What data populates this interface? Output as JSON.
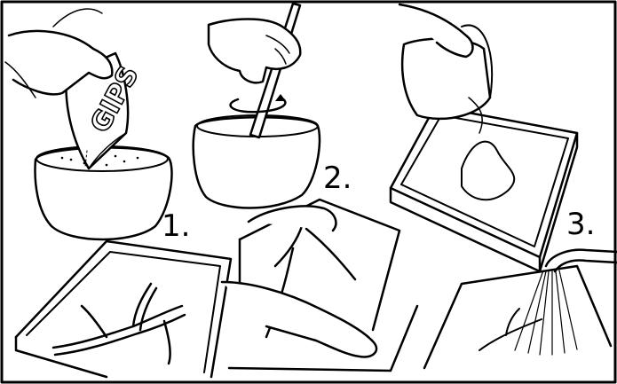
{
  "illustration": {
    "steps": [
      {
        "label": "1.",
        "icon": "pour-powder-into-bowl"
      },
      {
        "label": "2.",
        "icon": "stir-with-stick"
      },
      {
        "label": "3.",
        "icon": "pour-into-box"
      }
    ],
    "bag_text": "GIPS",
    "colors": {
      "ink": "#000000",
      "paper": "#ffffff"
    }
  }
}
